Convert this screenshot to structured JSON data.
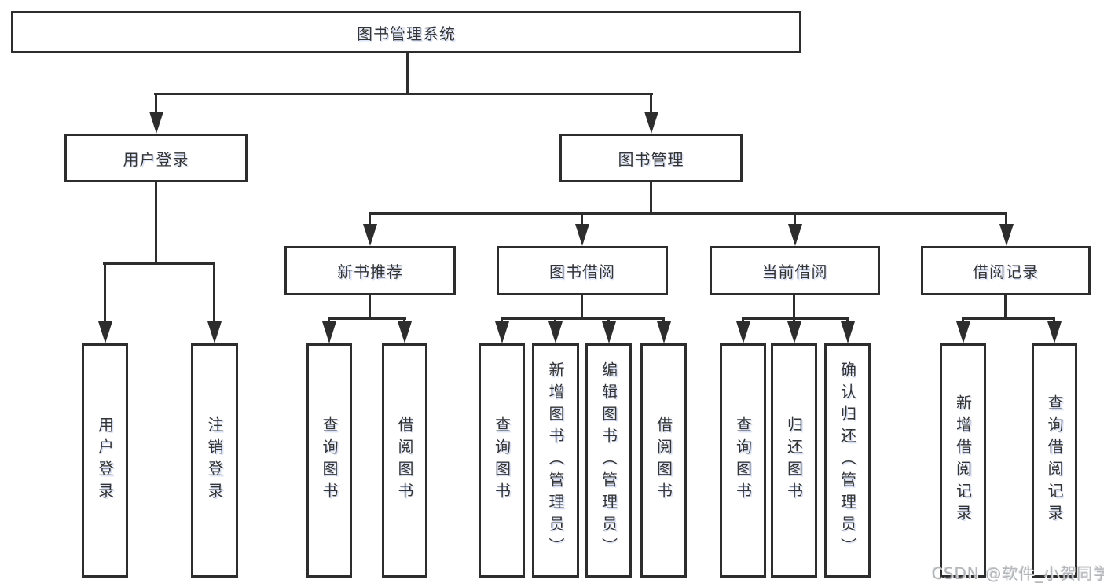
{
  "diagram": {
    "root": {
      "label": "图书管理系统"
    },
    "level2": [
      {
        "label": "用户登录"
      },
      {
        "label": "图书管理"
      }
    ],
    "level3": [
      {
        "label": "新书推荐"
      },
      {
        "label": "图书借阅"
      },
      {
        "label": "当前借阅"
      },
      {
        "label": "借阅记录"
      }
    ],
    "leaves": [
      {
        "label": "用户登录"
      },
      {
        "label": "注销登录"
      },
      {
        "label": "查询图书"
      },
      {
        "label": "借阅图书"
      },
      {
        "label": "查询图书"
      },
      {
        "label": "新增图书（管理员）"
      },
      {
        "label": "编辑图书（管理员）"
      },
      {
        "label": "借阅图书"
      },
      {
        "label": "查询图书"
      },
      {
        "label": "归还图书"
      },
      {
        "label": "确认归还（管理员）"
      },
      {
        "label": "新增借阅记录"
      },
      {
        "label": "查询借阅记录"
      }
    ],
    "colors": {
      "line": "#2d2d2d",
      "text": "#343434",
      "background": "#ffffff",
      "watermark": "#b2b5ba"
    }
  },
  "watermark": {
    "text": "CSDN @软件_小贺同学"
  }
}
